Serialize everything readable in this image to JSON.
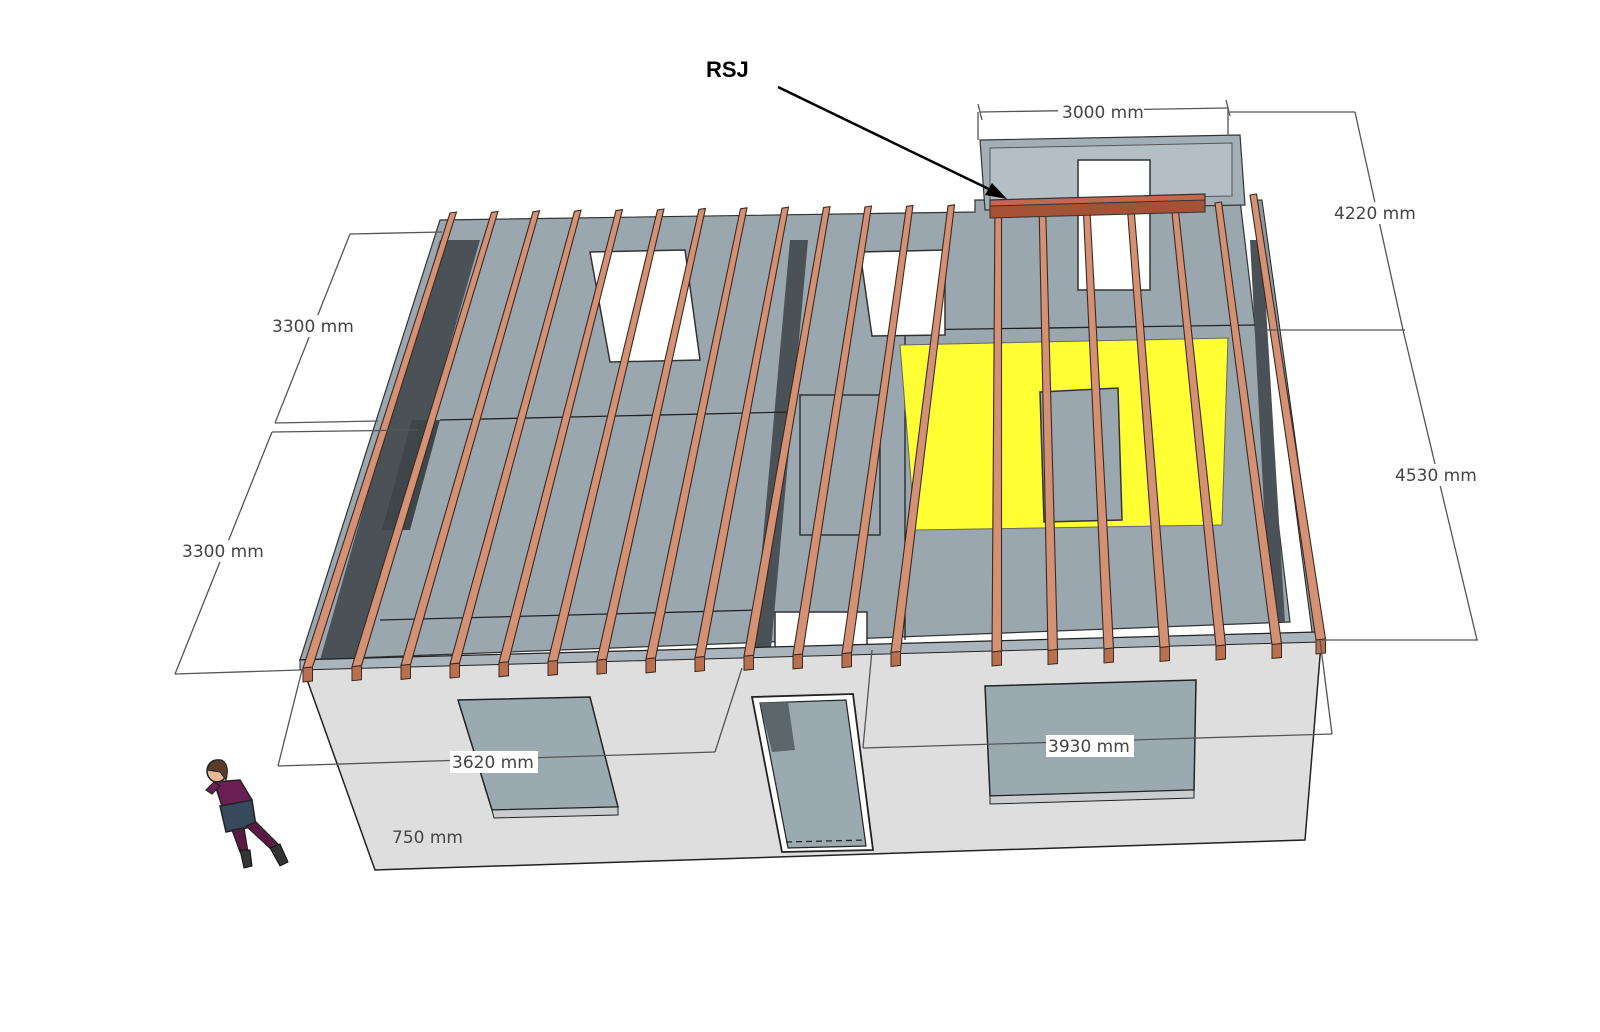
{
  "callout": {
    "label": "RSJ"
  },
  "dimensions": {
    "rear_extension_width": "3000 mm",
    "rear_extension_depth": "4220 mm",
    "left_rear_room": "3300 mm",
    "left_front_room": "3300 mm",
    "right_depth": "4530 mm",
    "front_left": "3620 mm",
    "front_right": "3930 mm",
    "partial_hidden": "750 mm"
  },
  "colors": {
    "wall_face": "#dedede",
    "wall_top": "#a9b4bc",
    "joist": "#d49173",
    "rsj": "#c4684d",
    "highlight_floor": "#ffff33",
    "window_glass": "#9ba9b1"
  }
}
